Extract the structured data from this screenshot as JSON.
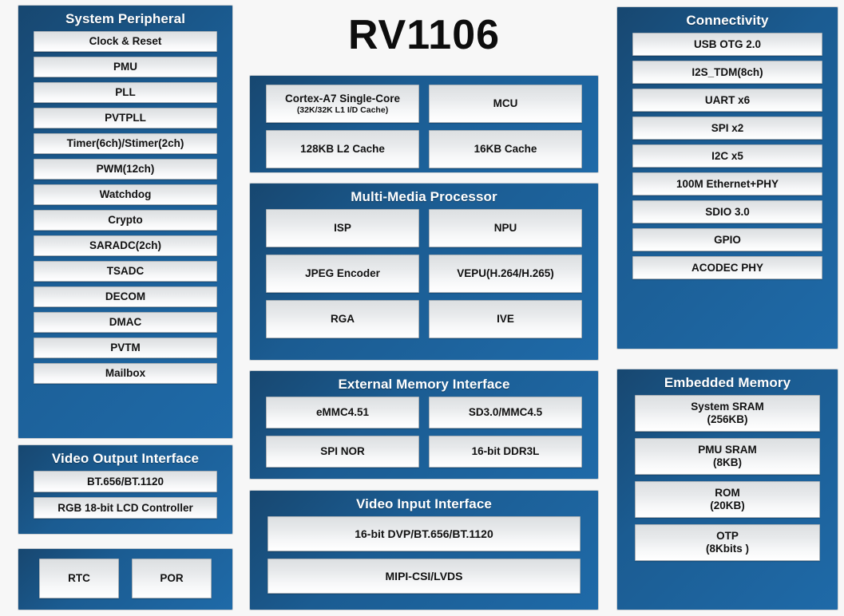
{
  "chip": {
    "title": "RV1106"
  },
  "colors": {
    "panel_blue_dark": "#174770",
    "panel_blue": "#1b5c92",
    "panel_blue_light": "#1f6aa8",
    "box_text": "#111111",
    "title_text": "#ffffff",
    "background": "#f7f7f7"
  },
  "panels": {
    "system_peripheral": {
      "title": "System Peripheral",
      "items": [
        {
          "label": "Clock & Reset"
        },
        {
          "label": "PMU"
        },
        {
          "label": "PLL"
        },
        {
          "label": "PVTPLL"
        },
        {
          "label": "Timer(6ch)/Stimer(2ch)"
        },
        {
          "label": "PWM(12ch)"
        },
        {
          "label": "Watchdog"
        },
        {
          "label": "Crypto"
        },
        {
          "label": "SARADC(2ch)"
        },
        {
          "label": "TSADC"
        },
        {
          "label": "DECOM"
        },
        {
          "label": "DMAC"
        },
        {
          "label": "PVTM"
        },
        {
          "label": "Mailbox"
        }
      ]
    },
    "video_output_interface": {
      "title": "Video Output Interface",
      "items": [
        {
          "label": "BT.656/BT.1120"
        },
        {
          "label": "RGB 18-bit LCD Controller"
        }
      ]
    },
    "rtc_por": {
      "title": "",
      "items": [
        {
          "label": "RTC"
        },
        {
          "label": "POR"
        }
      ]
    },
    "cpu": {
      "title": "",
      "items": [
        {
          "label": "Cortex-A7 Single-Core",
          "sub": "(32K/32K L1 I/D Cache)"
        },
        {
          "label": "MCU"
        },
        {
          "label": "128KB L2 Cache"
        },
        {
          "label": "16KB Cache"
        }
      ]
    },
    "multimedia_processor": {
      "title": "Multi-Media Processor",
      "items": [
        {
          "label": "ISP"
        },
        {
          "label": "NPU"
        },
        {
          "label": "JPEG Encoder"
        },
        {
          "label": "VEPU(H.264/H.265)"
        },
        {
          "label": "RGA"
        },
        {
          "label": "IVE"
        }
      ]
    },
    "external_memory_interface": {
      "title": "External Memory Interface",
      "items": [
        {
          "label": "eMMC4.51"
        },
        {
          "label": "SD3.0/MMC4.5"
        },
        {
          "label": "SPI NOR"
        },
        {
          "label": "16-bit DDR3L"
        }
      ]
    },
    "video_input_interface": {
      "title": "Video Input Interface",
      "items": [
        {
          "label": "16-bit DVP/BT.656/BT.1120"
        },
        {
          "label": "MIPI-CSI/LVDS"
        }
      ]
    },
    "connectivity": {
      "title": "Connectivity",
      "items": [
        {
          "label": "USB OTG 2.0"
        },
        {
          "label": "I2S_TDM(8ch)"
        },
        {
          "label": "UART x6"
        },
        {
          "label": "SPI x2"
        },
        {
          "label": "I2C x5"
        },
        {
          "label": "100M Ethernet+PHY"
        },
        {
          "label": "SDIO 3.0"
        },
        {
          "label": "GPIO"
        },
        {
          "label": "ACODEC PHY"
        }
      ]
    },
    "embedded_memory": {
      "title": "Embedded Memory",
      "items": [
        {
          "label": "System SRAM",
          "line2": "(256KB)"
        },
        {
          "label": "PMU SRAM",
          "line2": "(8KB)"
        },
        {
          "label": "ROM",
          "line2": "(20KB)"
        },
        {
          "label": "OTP",
          "line2": "(8Kbits )"
        }
      ]
    }
  }
}
